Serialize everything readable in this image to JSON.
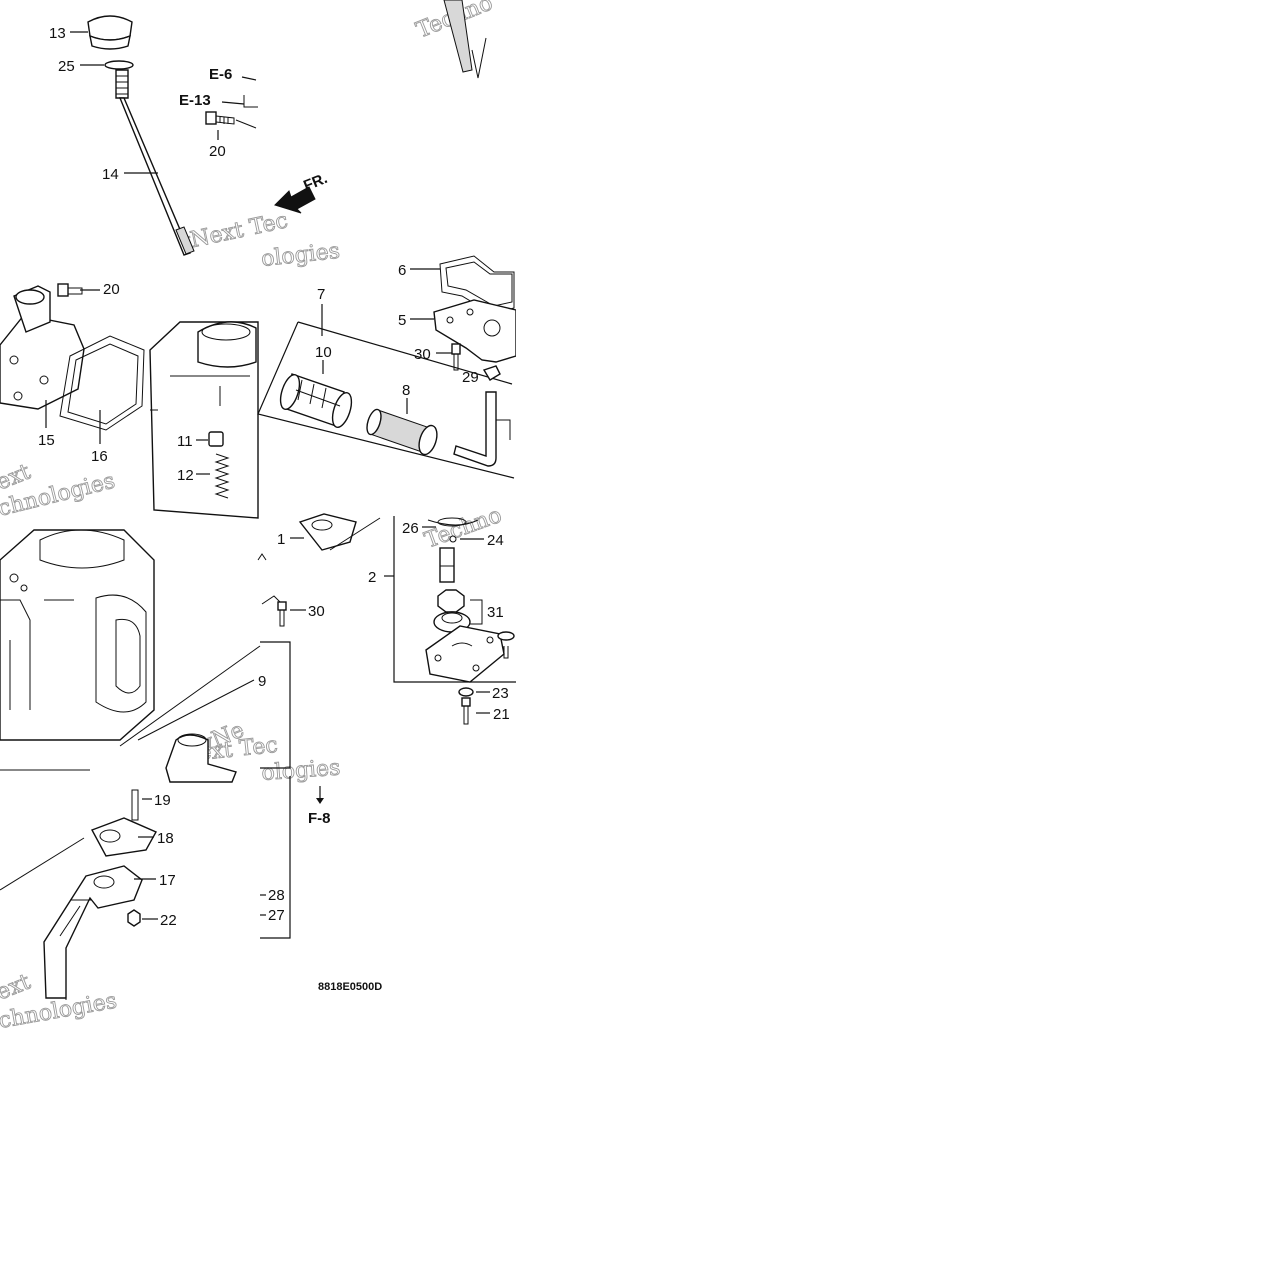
{
  "diagram": {
    "drawing_code": "8818E0500D",
    "front_marker": "FR.",
    "references": {
      "e6": "E-6",
      "e13": "E-13",
      "f8": "F-8"
    },
    "watermarks": {
      "w1": "Techno",
      "w2": "vNext Tec",
      "w3": "ologies",
      "w4": "ext",
      "w5": "chnologies",
      "w6": "Techno",
      "w7": "vNe",
      "w8": "Next Tec",
      "w9": "ologies",
      "w10": "ext",
      "w11": "chnologies"
    },
    "callouts": {
      "c13": "13",
      "c25": "25",
      "c14": "14",
      "c20a": "20",
      "c20b": "20",
      "c15": "15",
      "c16": "16",
      "c11": "11",
      "c12": "12",
      "c6": "6",
      "c5": "5",
      "c30a": "30",
      "c29": "29",
      "c7": "7",
      "c10": "10",
      "c8": "8",
      "c1": "1",
      "c26": "26",
      "c24": "24",
      "c2": "2",
      "c30b": "30",
      "c31": "31",
      "c9": "9",
      "c23": "23",
      "c21": "21",
      "c19": "19",
      "c18": "18",
      "c17": "17",
      "c22": "22",
      "c28": "28",
      "c27": "27"
    }
  }
}
